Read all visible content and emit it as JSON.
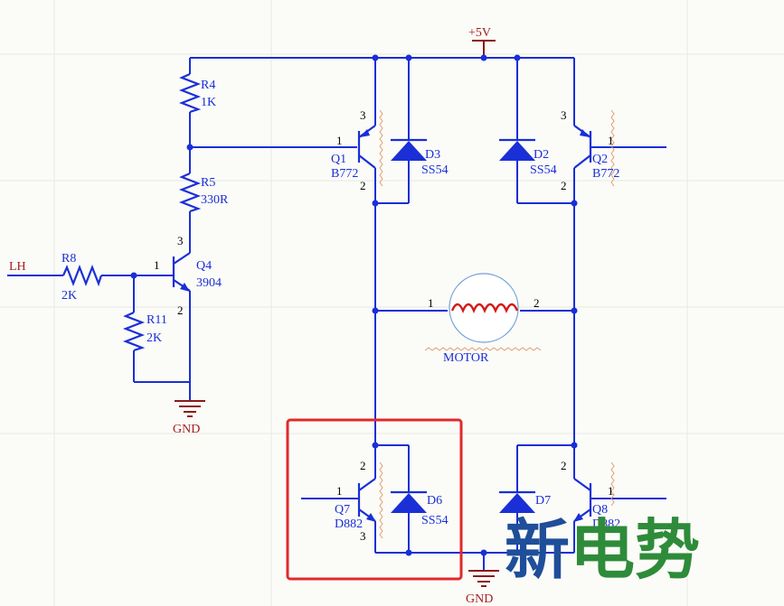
{
  "power": {
    "vcc": "+5V",
    "gnd_left": "GND",
    "gnd_bottom": "GND"
  },
  "input": {
    "net": "LH"
  },
  "resistors": {
    "r4": {
      "ref": "R4",
      "value": "1K"
    },
    "r5": {
      "ref": "R5",
      "value": "330R"
    },
    "r8": {
      "ref": "R8",
      "value": "2K"
    },
    "r11": {
      "ref": "R11",
      "value": "2K"
    }
  },
  "transistors": {
    "q1": {
      "ref": "Q1",
      "value": "B772",
      "pins": [
        "1",
        "2",
        "3"
      ]
    },
    "q2": {
      "ref": "Q2",
      "value": "B772",
      "pins": [
        "1",
        "2",
        "3"
      ]
    },
    "q4": {
      "ref": "Q4",
      "value": "3904",
      "pins": [
        "1",
        "2",
        "3"
      ]
    },
    "q7": {
      "ref": "Q7",
      "value": "D882",
      "pins": [
        "1",
        "2",
        "3"
      ]
    },
    "q8": {
      "ref": "Q8",
      "value": "D882",
      "pins": [
        "1",
        "2"
      ]
    }
  },
  "diodes": {
    "d2": {
      "ref": "D2",
      "value": "SS54"
    },
    "d3": {
      "ref": "D3",
      "value": "SS54"
    },
    "d6": {
      "ref": "D6",
      "value": "SS54"
    },
    "d7": {
      "ref": "D7"
    }
  },
  "motor": {
    "label": "MOTOR",
    "pin1": "1",
    "pin2": "2"
  },
  "watermark": {
    "text": "新电势",
    "colors": [
      "#1f4e9a",
      "#2e8b3a",
      "#2e8b3a"
    ]
  },
  "highlight": {
    "color": "#e02a2a"
  }
}
